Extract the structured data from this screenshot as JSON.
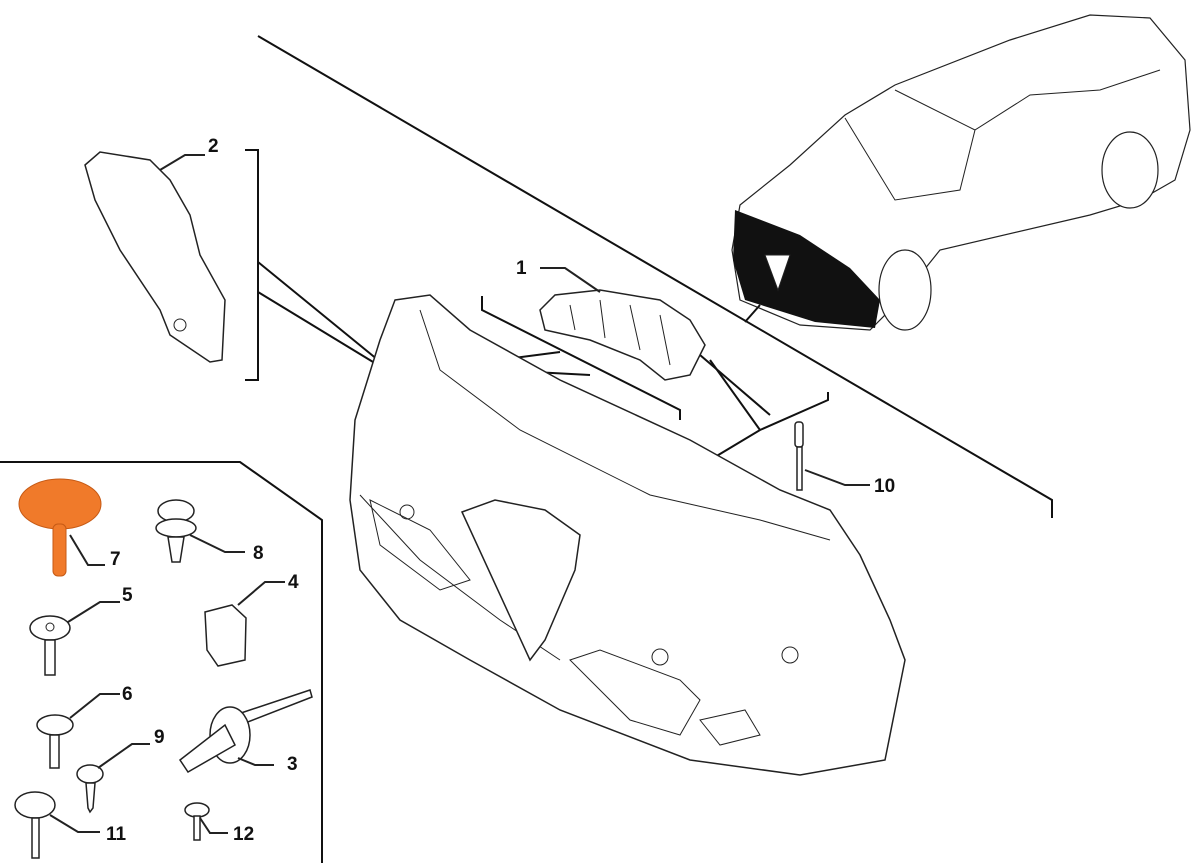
{
  "diagram": {
    "title": "Front bumper mounting parts",
    "highlight_color": "#f07a2a",
    "callouts": [
      {
        "id": "1",
        "label": "1"
      },
      {
        "id": "2",
        "label": "2"
      },
      {
        "id": "3",
        "label": "3"
      },
      {
        "id": "4",
        "label": "4"
      },
      {
        "id": "5",
        "label": "5"
      },
      {
        "id": "6",
        "label": "6"
      },
      {
        "id": "7",
        "label": "7",
        "highlighted": true
      },
      {
        "id": "8",
        "label": "8"
      },
      {
        "id": "9",
        "label": "9"
      },
      {
        "id": "10",
        "label": "10"
      },
      {
        "id": "11",
        "label": "11"
      },
      {
        "id": "12",
        "label": "12"
      }
    ]
  }
}
